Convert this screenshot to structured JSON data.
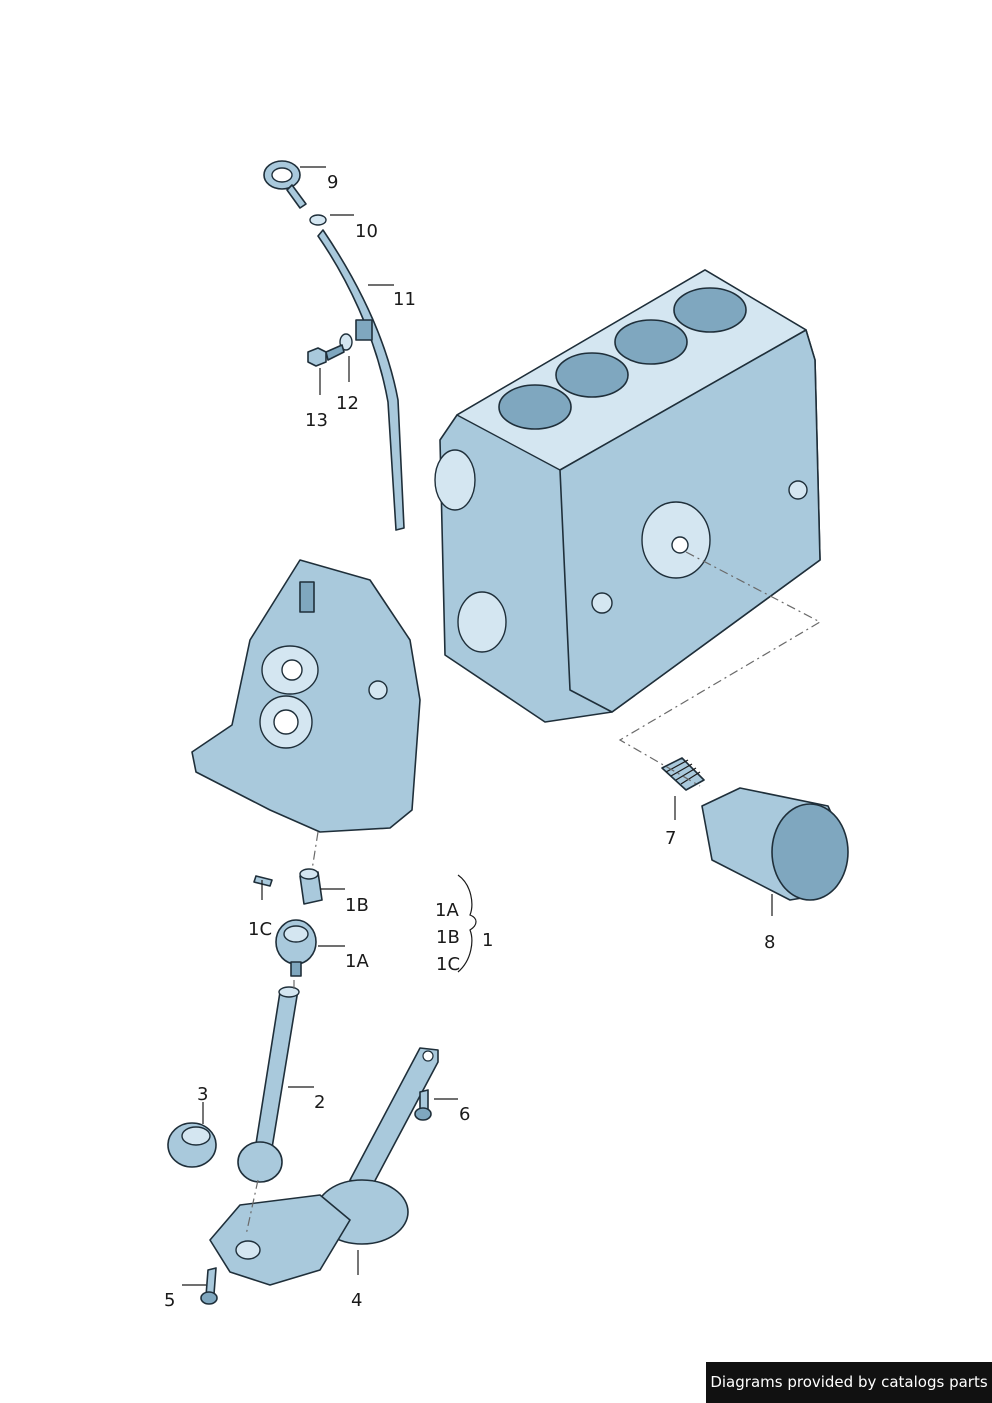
{
  "callouts": {
    "c9": "9",
    "c10": "10",
    "c11": "11",
    "c12": "12",
    "c13": "13",
    "c1A_group": "1A",
    "c1B_group": "1B",
    "c1C_group": "1C",
    "c1": "1",
    "c1B": "1B",
    "c1C": "1C",
    "c1A": "1A",
    "c7": "7",
    "c8": "8",
    "c2": "2",
    "c3": "3",
    "c6": "6",
    "c4": "4",
    "c5": "5"
  },
  "footer": {
    "credit": "Diagrams provided by catalogs parts"
  },
  "colors": {
    "part_fill": "#a9c9dc",
    "part_outline": "#1f2f3a",
    "footer_bg": "#111111"
  }
}
